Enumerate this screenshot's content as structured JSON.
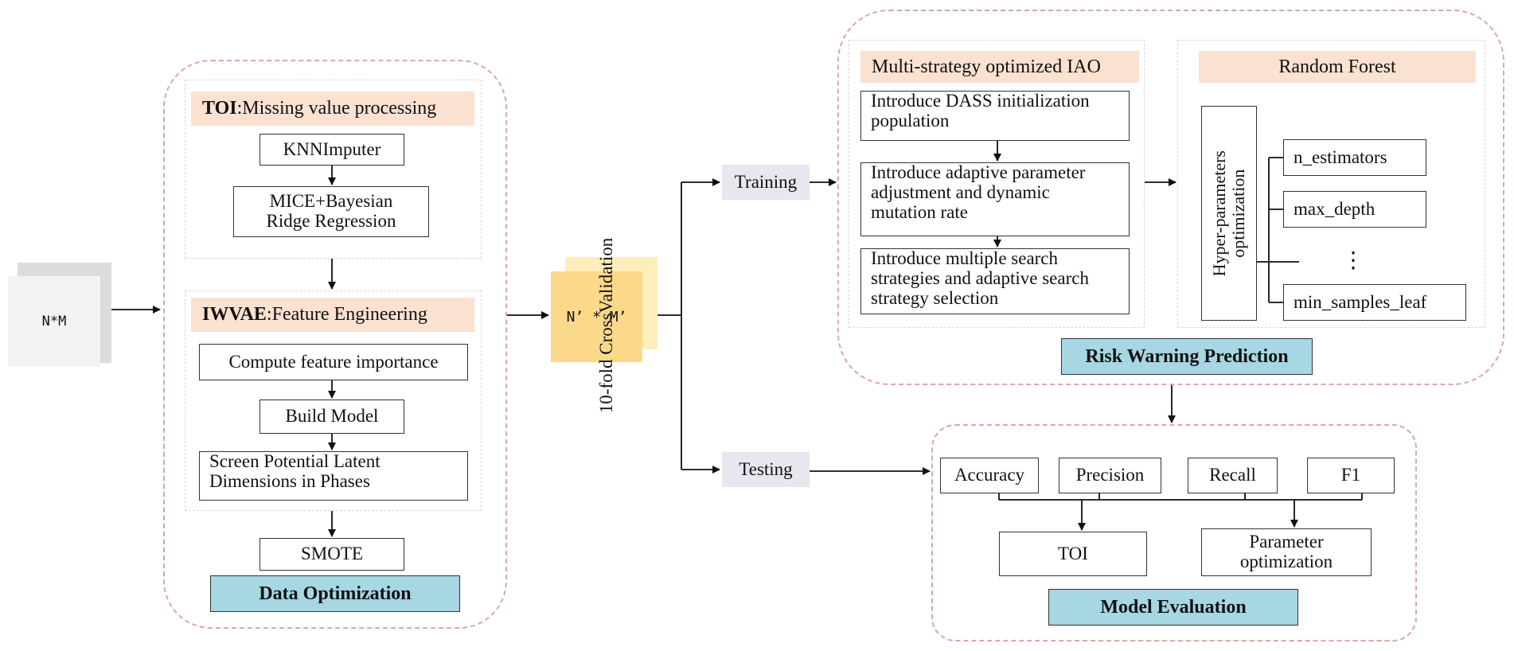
{
  "input_label": "N*M",
  "resampled_label": "N’ * M’",
  "cross_validation_label": "10-fold CrossValidation",
  "training_label": "Training",
  "testing_label": "Testing",
  "data_optimization": {
    "toi_header_bold": "TOI",
    "toi_header_rest": ":Missing value processing",
    "knn_imputer": "KNNImputer",
    "mice_line1": "MICE+Bayesian",
    "mice_line2": "Ridge Regression",
    "iwvae_header_bold": "IWVAE",
    "iwvae_header_rest": ":Feature Engineering",
    "compute_importance": "Compute feature importance",
    "build_model": "Build Model",
    "screen_line1": "Screen Potential Latent",
    "screen_line2": "Dimensions in Phases",
    "smote": "SMOTE",
    "title": "Data Optimization"
  },
  "risk_warning": {
    "iao_header": "Multi-strategy optimized IAO",
    "step1_line1": "Introduce DASS initialization",
    "step1_line2": "population",
    "step2_line1": "Introduce adaptive parameter",
    "step2_line2": "adjustment and dynamic",
    "step2_line3": "mutation rate",
    "step3_line1": "Introduce multiple search",
    "step3_line2": "strategies and adaptive search",
    "step3_line3": "strategy selection",
    "rf_header": "Random Forest",
    "hyper_line1": "Hyper-parameters",
    "hyper_line2": "optimization",
    "params": [
      "n_estimators",
      "max_depth",
      "⋮",
      "min_samples_leaf"
    ],
    "title": "Risk Warning Prediction"
  },
  "model_evaluation": {
    "metrics": [
      "Accuracy",
      "Precision",
      "Recall",
      "F1"
    ],
    "toi": "TOI",
    "param_opt_line1": "Parameter",
    "param_opt_line2": "optimization",
    "title": "Model Evaluation"
  },
  "colors": {
    "region_border": "#d9a8a2",
    "header_fill": "#fbe1d0",
    "title_fill": "#a6d7e2",
    "label_fill": "#e8e6ee",
    "matrix_fill": "#fbd98a"
  }
}
